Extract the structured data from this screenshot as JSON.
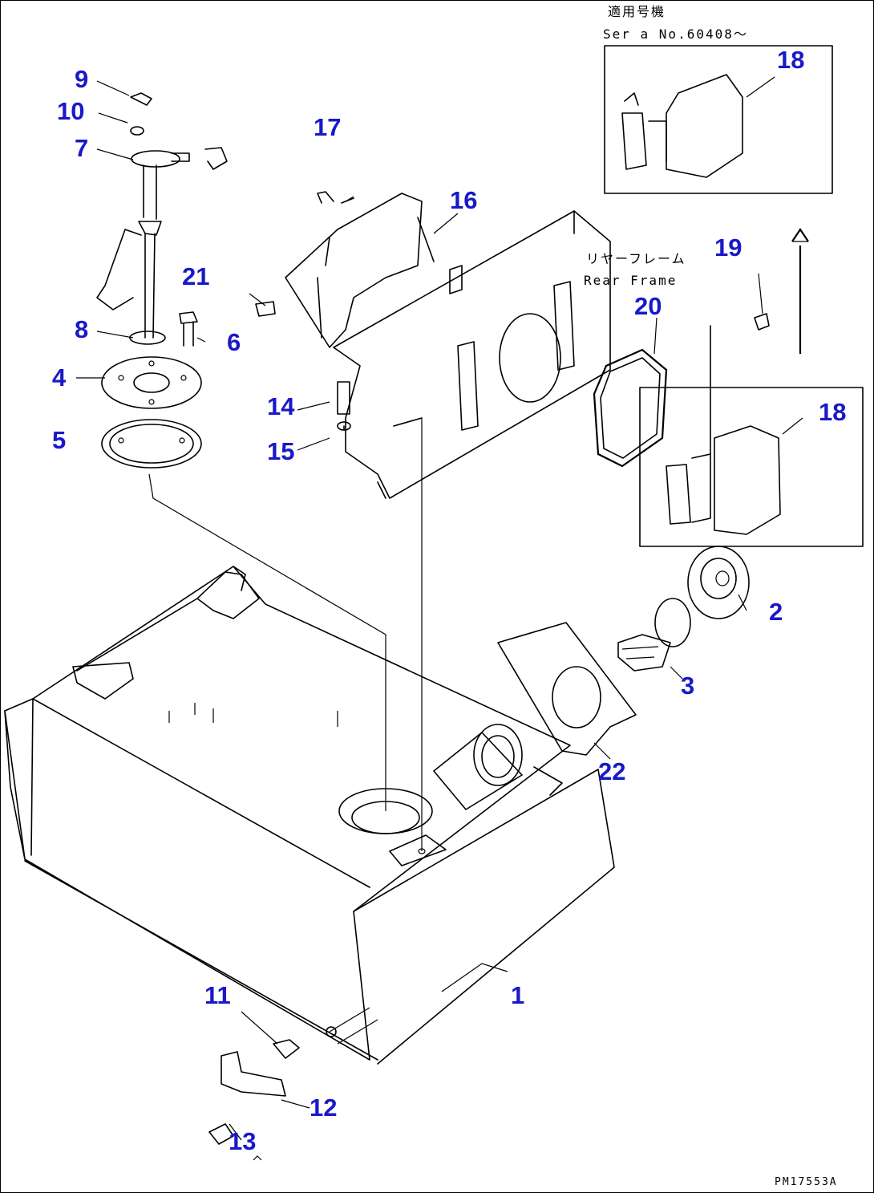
{
  "diagram": {
    "callout_color": "#1919c8",
    "line_color": "#000000",
    "serial_note": {
      "jp_line": "適用号機",
      "en_line": "Ser a  No.60408～"
    },
    "frame_note": {
      "jp_line": "リヤーフレーム",
      "en_line": "Rear Frame"
    },
    "drawing_code": "PM17553A",
    "callouts": {
      "p1": "1",
      "p2": "2",
      "p3": "3",
      "p4": "4",
      "p5": "5",
      "p6": "6",
      "p7": "7",
      "p8": "8",
      "p9": "9",
      "p10": "10",
      "p11": "11",
      "p12": "12",
      "p13": "13",
      "p14": "14",
      "p15": "15",
      "p16": "16",
      "p17": "17",
      "p18a": "18",
      "p18b": "18",
      "p19": "19",
      "p20": "20",
      "p21": "21",
      "p22": "22"
    }
  }
}
